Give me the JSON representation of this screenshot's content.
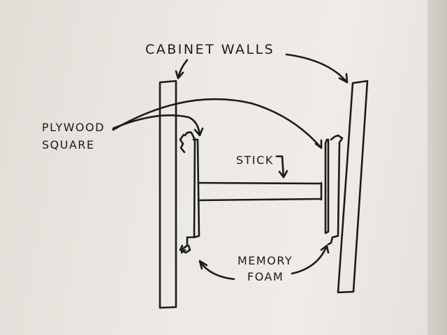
{
  "labels": {
    "cabinet_walls": "CABINET WALLS",
    "plywood_line1": "PLYWOOD",
    "plywood_line2": "SQUARE",
    "stick": "STICK",
    "memory_line1": "MEMORY",
    "memory_line2": "FOAM"
  },
  "colors": {
    "ink": "#1b1b1b",
    "paper": "#ece9e4"
  }
}
